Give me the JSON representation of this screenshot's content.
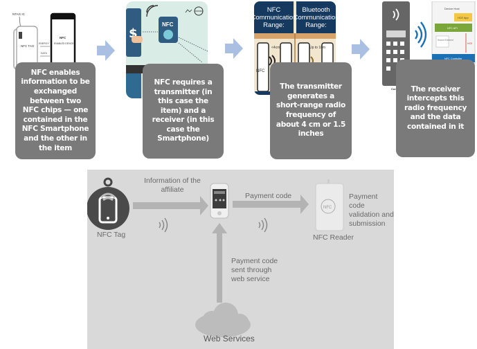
{
  "steps": [
    {
      "caption": "NFC enables information to be exchanged between two NFC chips — one contained in the NFC Smartphone and the other in the item",
      "image": {
        "tag_ic_label": "NTAG IC",
        "tag_label": "NFC TAG",
        "energy_label": "ENERGY",
        "data_label": "DATA",
        "device_label_1": "NFC",
        "device_label_2": "ENABLED DEVICE"
      }
    },
    {
      "caption": "NFC requires a transmitter (in this case the item) and a receiver (in this case the Smartphone)",
      "image": {
        "chip_label": "NFC",
        "currency_symbol": "$"
      }
    },
    {
      "caption": "The transmitter generates a short-range radio frequency of about 4 cm or 1.5 inches",
      "image": {
        "left_header": "NFC Communication Range:",
        "right_header": "Bluetooth Communication Range:",
        "left_distance": "<4cm",
        "right_distance": "Up to 10m",
        "phone_label": "NFC"
      }
    },
    {
      "caption": "The receiver intercepts this radio frequency and the data contained in it",
      "image": {
        "device_host": "Device Host",
        "hce_app": "HCE App",
        "nfc_api": "NFC API",
        "secure_element": "Secure Element",
        "hce_side": "HCE",
        "nfc_controller": "NFC Controller",
        "reader_label": "Con Read"
      }
    }
  ],
  "flow": {
    "tag_label": "NFC Tag",
    "info_label": "Information of the affiliate",
    "payment_code_label": "Payment code",
    "reader_label": "NFC Reader",
    "reader_chip": "NFC",
    "validation_label": "Payment code validation and submission",
    "sent_label": "Payment code sent through web service",
    "cloud_label": "Web Services"
  },
  "colors": {
    "caption_bg": "#7a7a7a",
    "flow_arrow": "#a9c0e3",
    "panel_bg": "#d9d9d9",
    "nfc_blue": "#1b6fb5",
    "nfc_green": "#7aa63a",
    "hce_yellow": "#f5c842"
  }
}
